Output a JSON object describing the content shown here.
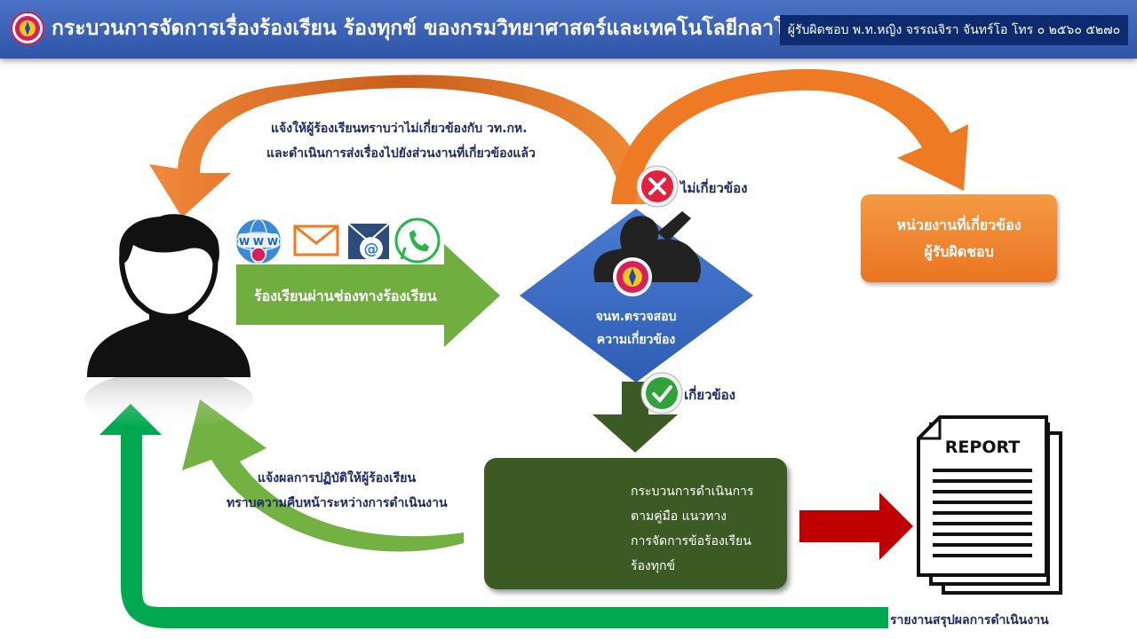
{
  "header": {
    "title": "กระบวนการจัดการเรื่องร้องเรียน ร้องทุกข์ ของกรมวิทยาศาสตร์และเทคโนโลยีกลาโหม",
    "contact": "ผู้รับผิดชอบ พ.ท.หญิง จรรณจิรา จันทร์โอ โทร ๐ ๒๕๖๐ ๕๒๗๐"
  },
  "notify_unrelated": {
    "line1": "แจ้งให้ผู้ร้องเรียนทราบว่าไม่เกี่ยวข้องกับ  วท.กห.",
    "line2": "และดำเนินการส่งเรื่องไปยังส่วนงานที่เกี่ยวข้องแล้ว"
  },
  "not_related_label": "ไม่เกี่ยวข้อง",
  "related_label": "เกี่ยวข้อง",
  "responsible_unit": {
    "line1": "หน่วยงานที่เกี่ยวข้อง",
    "line2": "ผู้รับผิดชอบ"
  },
  "channel_label": "ร้องเรียนผ่านช่องทางร้องเรียน",
  "channel_icons": [
    "www-icon",
    "email-icon",
    "at-mail-icon",
    "whatsapp-icon"
  ],
  "icon_text": {
    "www": "W W W",
    "at": "@"
  },
  "officer": {
    "line1": "จนท.ตรวจสอบ",
    "line2": "ความเกี่ยวข้อง"
  },
  "process": {
    "line1": "กระบวนการดำเนินการ",
    "line2": "ตามคู่มือ แนวทาง",
    "line3": "การจัดการข้อร้องเรียน",
    "line4": "ร้องทุกข์"
  },
  "notify_progress": {
    "line1": "แจ้งผลการปฏิบัติให้ผู้ร้องเรียน",
    "line2": "ทราบความคืบหน้าระหว่างการดำเนินงาน"
  },
  "report_word": "REPORT",
  "summary_label": "รายงานสรุปผลการดำเนินงาน",
  "colors": {
    "header": "#3a62b8",
    "orange": "#ee7a23",
    "green_arrow": "#6fae3f",
    "bright_green": "#00a94f",
    "diamond": "#3e6fc6",
    "dark_green": "#3b5a24",
    "red_arrow": "#c00000",
    "navy_text": "#1f2a63"
  }
}
